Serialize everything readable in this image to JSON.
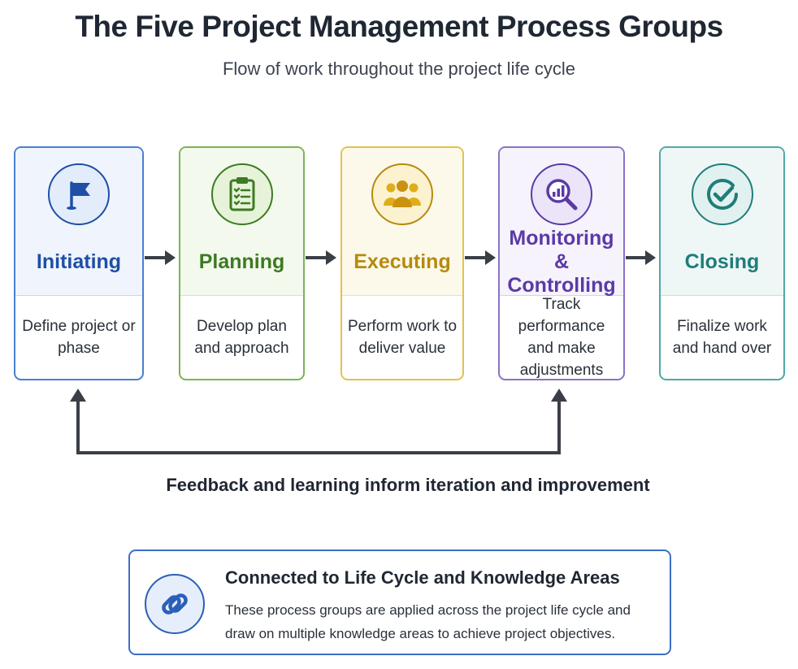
{
  "header": {
    "title": "The Five Project Management Process Groups",
    "subtitle": "Flow of work throughout the project life cycle"
  },
  "process_groups": [
    {
      "name": "Initiating",
      "description": "Define project or phase",
      "icon": "flag-icon",
      "accent": "#1f4fa6"
    },
    {
      "name": "Planning",
      "description": "Develop plan and approach",
      "icon": "clipboard-checklist-icon",
      "accent": "#3d7a23"
    },
    {
      "name": "Executing",
      "description": "Perform work to deliver value",
      "icon": "team-icon",
      "accent": "#b58a10"
    },
    {
      "name": "Monitoring & Controlling",
      "description": "Track performance and make adjustments",
      "icon": "magnifier-chart-icon",
      "accent": "#5b3aa6"
    },
    {
      "name": "Closing",
      "description": "Finalize work and hand over",
      "icon": "check-circle-icon",
      "accent": "#1f7d79"
    }
  ],
  "feedback": {
    "label": "Feedback and learning inform iteration and improvement"
  },
  "info": {
    "title": "Connected to Life Cycle and Knowledge Areas",
    "text": "These process groups are applied across the project life cycle and draw on multiple knowledge areas to achieve project objectives.",
    "icon": "chain-link-icon",
    "accent": "#2a5fb8"
  }
}
